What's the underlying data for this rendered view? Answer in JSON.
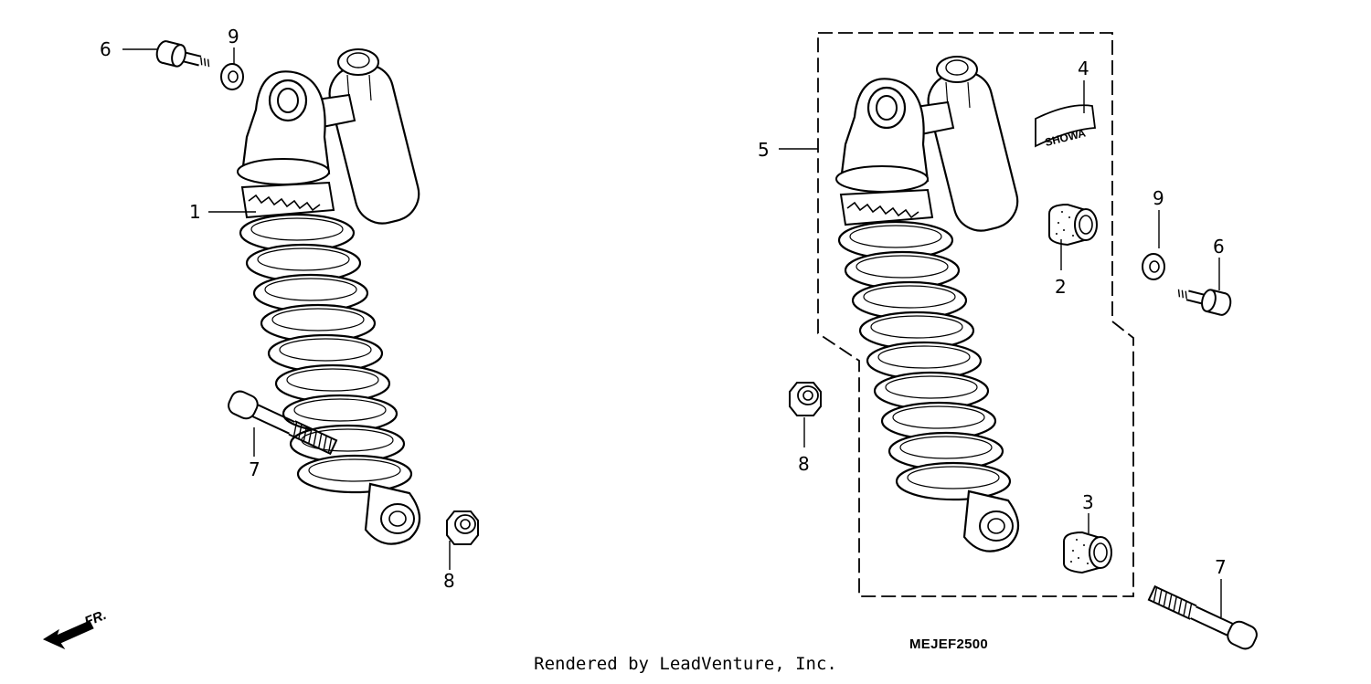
{
  "diagram": {
    "left_assembly": {
      "callouts": [
        {
          "id": "left-6",
          "label": "6"
        },
        {
          "id": "left-9",
          "label": "9"
        },
        {
          "id": "left-1",
          "label": "1"
        },
        {
          "id": "left-7",
          "label": "7"
        },
        {
          "id": "left-8",
          "label": "8"
        }
      ]
    },
    "right_assembly": {
      "callouts": [
        {
          "id": "right-5",
          "label": "5"
        },
        {
          "id": "right-4",
          "label": "4"
        },
        {
          "id": "right-2",
          "label": "2"
        },
        {
          "id": "right-9",
          "label": "9"
        },
        {
          "id": "right-6",
          "label": "6"
        },
        {
          "id": "right-8",
          "label": "8"
        },
        {
          "id": "right-3",
          "label": "3"
        },
        {
          "id": "right-7",
          "label": "7"
        }
      ],
      "decal_text": "SHOWA"
    },
    "direction_label": "FR.",
    "diagram_code": "MEJEF2500",
    "footer_text": "Rendered by LeadVenture, Inc."
  },
  "colors": {
    "ink": "#000000",
    "background": "#ffffff"
  }
}
